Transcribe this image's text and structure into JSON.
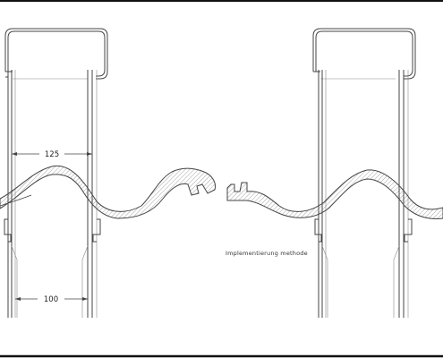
{
  "dimension_upper": "125",
  "dimension_lower": "100",
  "caption": "Implementierung methode",
  "colors": {
    "line": "#444444",
    "thin": "#888888",
    "hatch": "#666666",
    "frame": "#111111"
  }
}
